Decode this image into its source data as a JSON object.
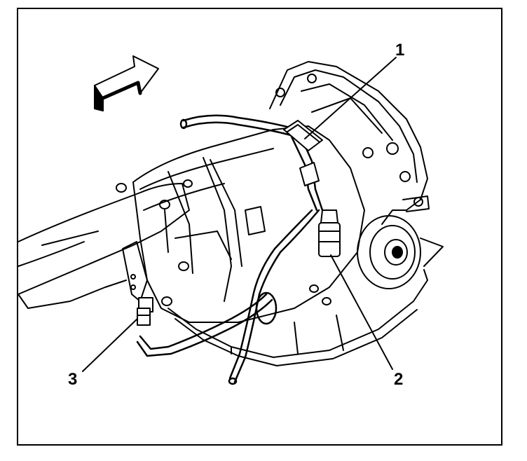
{
  "figure": {
    "callouts": [
      {
        "id": "1",
        "text": "1"
      },
      {
        "id": "2",
        "text": "2"
      },
      {
        "id": "3",
        "text": "3"
      }
    ],
    "direction_icon": "front-arrow-icon",
    "colors": {
      "line": "#000000",
      "background": "#ffffff"
    }
  }
}
